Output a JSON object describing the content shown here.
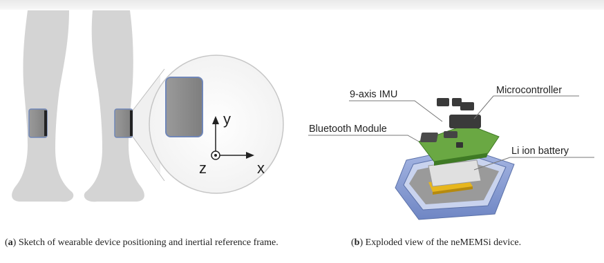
{
  "figure_a": {
    "axis_labels": {
      "y": "y",
      "x": "x",
      "z": "z"
    },
    "caption_letter": "a",
    "caption_text": "Sketch of wearable device positioning and inertial reference frame."
  },
  "figure_b": {
    "labels": {
      "imu": "9-axis IMU",
      "microcontroller": "Microcontroller",
      "bluetooth": "Bluetooth Module",
      "battery": "Li ion battery"
    },
    "caption_letter": "b",
    "caption_text": "Exploded view of the neMEMSi device."
  },
  "colors": {
    "legs": "#d2d2d2",
    "sensor": "#8a8a8a",
    "sensor_edge": "#6f86b8",
    "pcb": "#6aa843",
    "case": "#8ea3d6",
    "battery_gold": "#e7b61c"
  }
}
